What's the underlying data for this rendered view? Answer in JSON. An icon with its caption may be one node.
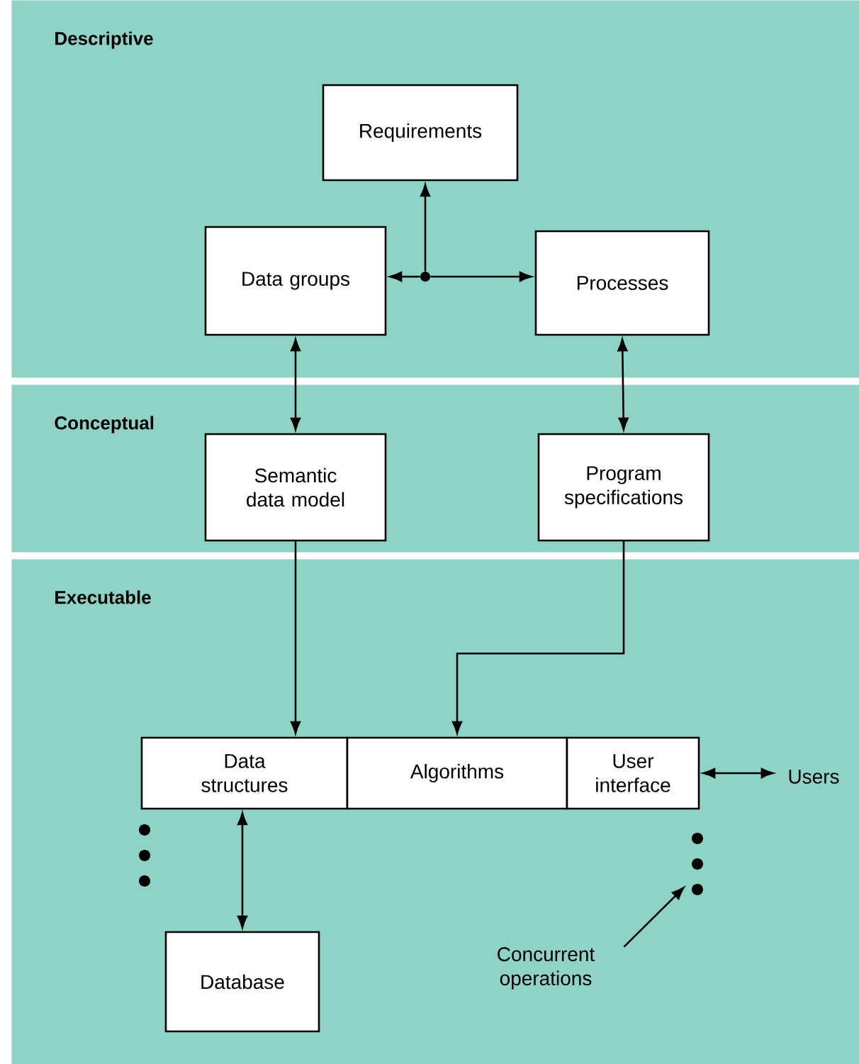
{
  "diagram": {
    "nodes": [
      {
        "text": [
          "Descriptive"
        ]
      },
      {
        "text": [
          "Requirements"
        ],
        "in": 0
      },
      {
        "text": [
          "Data groups"
        ],
        "in": 0
      },
      {
        "text": [
          "Processes"
        ],
        "in": 0
      },
      {
        "text": [],
        "shape": "circle",
        "in": 0
      },
      {
        "text": [
          "Conceptual"
        ]
      },
      {
        "text": [
          "Semantic data model"
        ],
        "in": 5
      },
      {
        "text": [
          "Program specifications"
        ],
        "in": 5
      },
      {
        "text": [
          "Executable"
        ]
      },
      {
        "text": [
          "Data structures"
        ],
        "in": 8
      },
      {
        "text": [
          "Algorithms"
        ],
        "in": 8
      },
      {
        "text": [
          "User interface"
        ],
        "in": 8
      },
      {
        "text": [
          "Users"
        ],
        "in": 8
      },
      {
        "text": [
          "Database"
        ],
        "in": 8
      },
      {
        "text": [
          "Concurrent operations"
        ],
        "in": 8
      }
    ],
    "edges": [
      {
        "from": 4,
        "to": 1,
        "arrow": "to"
      },
      {
        "from": 4,
        "to": 2,
        "arrow": "to"
      },
      {
        "from": 4,
        "to": 3,
        "arrow": "to"
      },
      {
        "from": 2,
        "to": 6,
        "arrow": "both"
      },
      {
        "from": 3,
        "to": 7,
        "arrow": "both"
      },
      {
        "from": 6,
        "to": 9,
        "arrow": "to"
      },
      {
        "from": 7,
        "to": 10,
        "arrow": "to"
      },
      {
        "from": 11,
        "to": 12,
        "arrow": "both"
      },
      {
        "from": 9,
        "to": 13,
        "arrow": "both"
      },
      {
        "from": 14,
        "to": null,
        "arrow": "to"
      }
    ]
  }
}
